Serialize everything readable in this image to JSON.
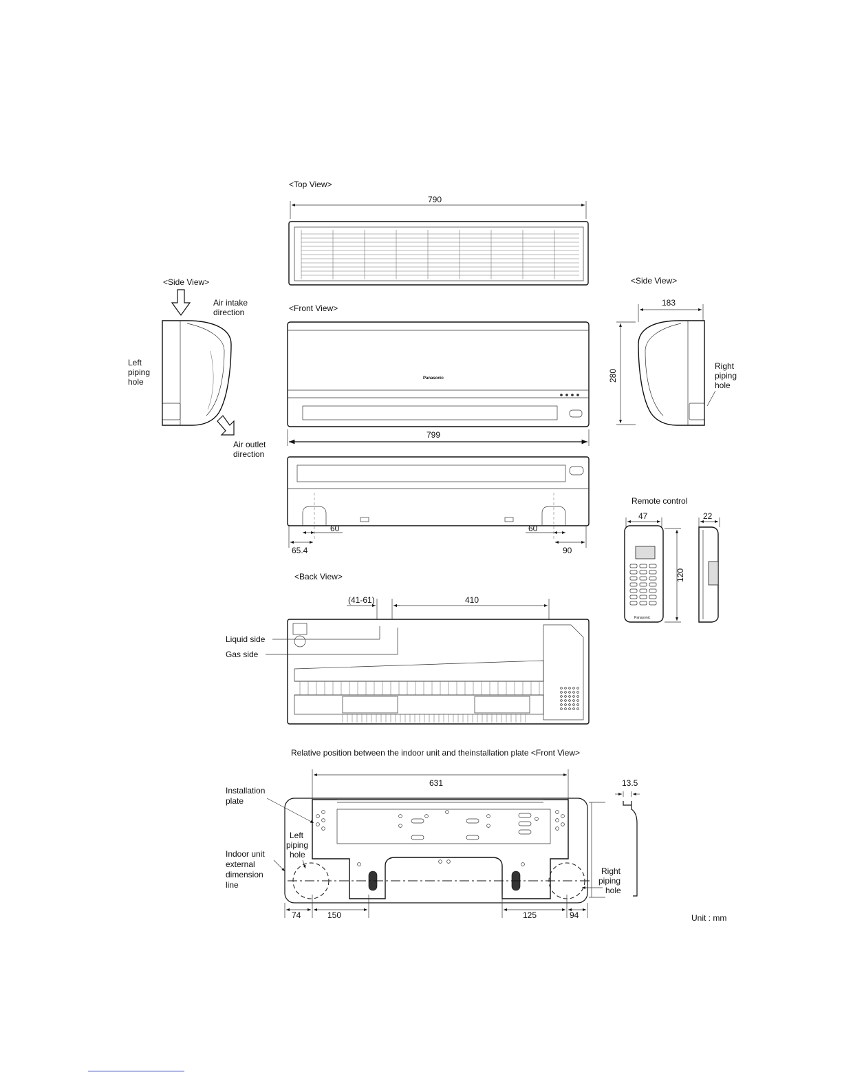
{
  "top_view": {
    "title": "<Top View>",
    "width_label": "790"
  },
  "side_view_left": {
    "title": "<Side View>",
    "air_intake": [
      "Air intake",
      "direction"
    ],
    "left_piping": [
      "Left",
      "piping",
      "hole"
    ],
    "air_outlet": [
      "Air outlet",
      "direction"
    ]
  },
  "front_view": {
    "title": "<Front View>",
    "brand": "Panasonic",
    "width_label": "799"
  },
  "side_view_right": {
    "title": "<Side View>",
    "depth_label": "183",
    "height_label": "280",
    "right_piping": [
      "Right",
      "piping",
      "hole"
    ]
  },
  "bottom_view": {
    "dim_60_left": "60",
    "dim_60_right": "60",
    "dim_65_4": "65.4",
    "dim_90": "90"
  },
  "remote_control": {
    "title": "Remote control",
    "width_label": "47",
    "depth_label": "22",
    "height_label": "120",
    "brand": "Panasonic"
  },
  "back_view": {
    "title": "<Back View>",
    "dim_range": "(41-61)",
    "dim_410": "410",
    "liquid_side": "Liquid side",
    "gas_side": "Gas side"
  },
  "installation": {
    "title": "Relative position between the indoor unit and theinstallation plate <Front View>",
    "dim_631": "631",
    "dim_13_5": "13.5",
    "installation_plate": [
      "Installation",
      "plate"
    ],
    "left_piping": [
      "Left",
      "piping",
      "hole"
    ],
    "indoor_line": [
      "Indoor unit",
      "external",
      "dimension",
      "line"
    ],
    "right_piping": [
      "Right",
      "piping",
      "hole"
    ],
    "dim_74": "74",
    "dim_150": "150",
    "dim_125": "125",
    "dim_94": "94",
    "unit_label": "Unit : mm"
  }
}
